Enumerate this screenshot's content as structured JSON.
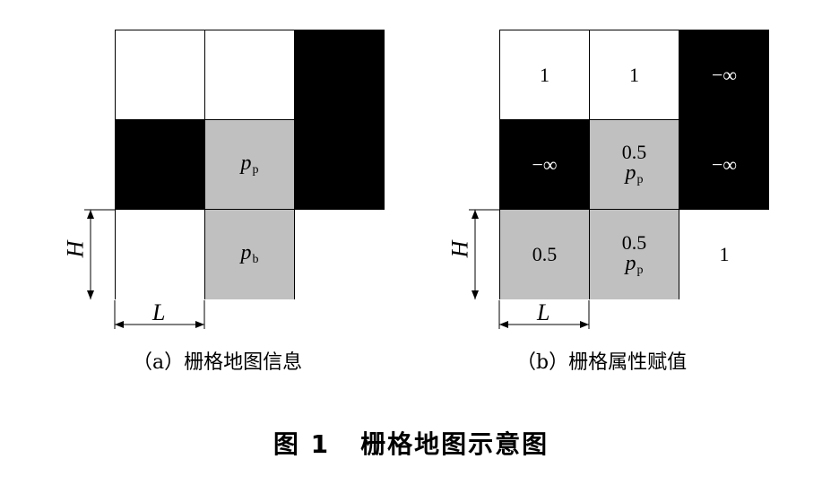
{
  "panel_a": {
    "caption": "（a）栅格地图信息",
    "height_label": "H",
    "length_label": "L",
    "cells": [
      {
        "fill": "white",
        "main": "",
        "p": "",
        "sub": ""
      },
      {
        "fill": "white",
        "main": "",
        "p": "",
        "sub": ""
      },
      {
        "fill": "black",
        "main": "",
        "p": "",
        "sub": ""
      },
      {
        "fill": "black",
        "main": "",
        "p": "",
        "sub": ""
      },
      {
        "fill": "gray",
        "main": "",
        "p": "p",
        "sub": "p"
      },
      {
        "fill": "black",
        "main": "",
        "p": "",
        "sub": ""
      },
      {
        "fill": "white",
        "main": "",
        "p": "",
        "sub": ""
      },
      {
        "fill": "gray",
        "main": "",
        "p": "p",
        "sub": "b"
      },
      {
        "fill": "white",
        "main": "",
        "p": "",
        "sub": ""
      }
    ]
  },
  "panel_b": {
    "caption": "（b）栅格属性赋值",
    "height_label": "H",
    "length_label": "L",
    "cells": [
      {
        "fill": "white",
        "main": "1",
        "p": "",
        "sub": ""
      },
      {
        "fill": "white",
        "main": "1",
        "p": "",
        "sub": ""
      },
      {
        "fill": "black",
        "main": "−∞",
        "p": "",
        "sub": ""
      },
      {
        "fill": "black",
        "main": "−∞",
        "p": "",
        "sub": ""
      },
      {
        "fill": "gray",
        "main": "0.5",
        "p": "p",
        "sub": "p"
      },
      {
        "fill": "black",
        "main": "−∞",
        "p": "",
        "sub": ""
      },
      {
        "fill": "gray",
        "main": "0.5",
        "p": "",
        "sub": ""
      },
      {
        "fill": "gray",
        "main": "0.5",
        "p": "p",
        "sub": "p"
      },
      {
        "fill": "white",
        "main": "1",
        "p": "",
        "sub": ""
      }
    ]
  },
  "figure": {
    "number": "图 1",
    "title": "栅格地图示意图"
  }
}
